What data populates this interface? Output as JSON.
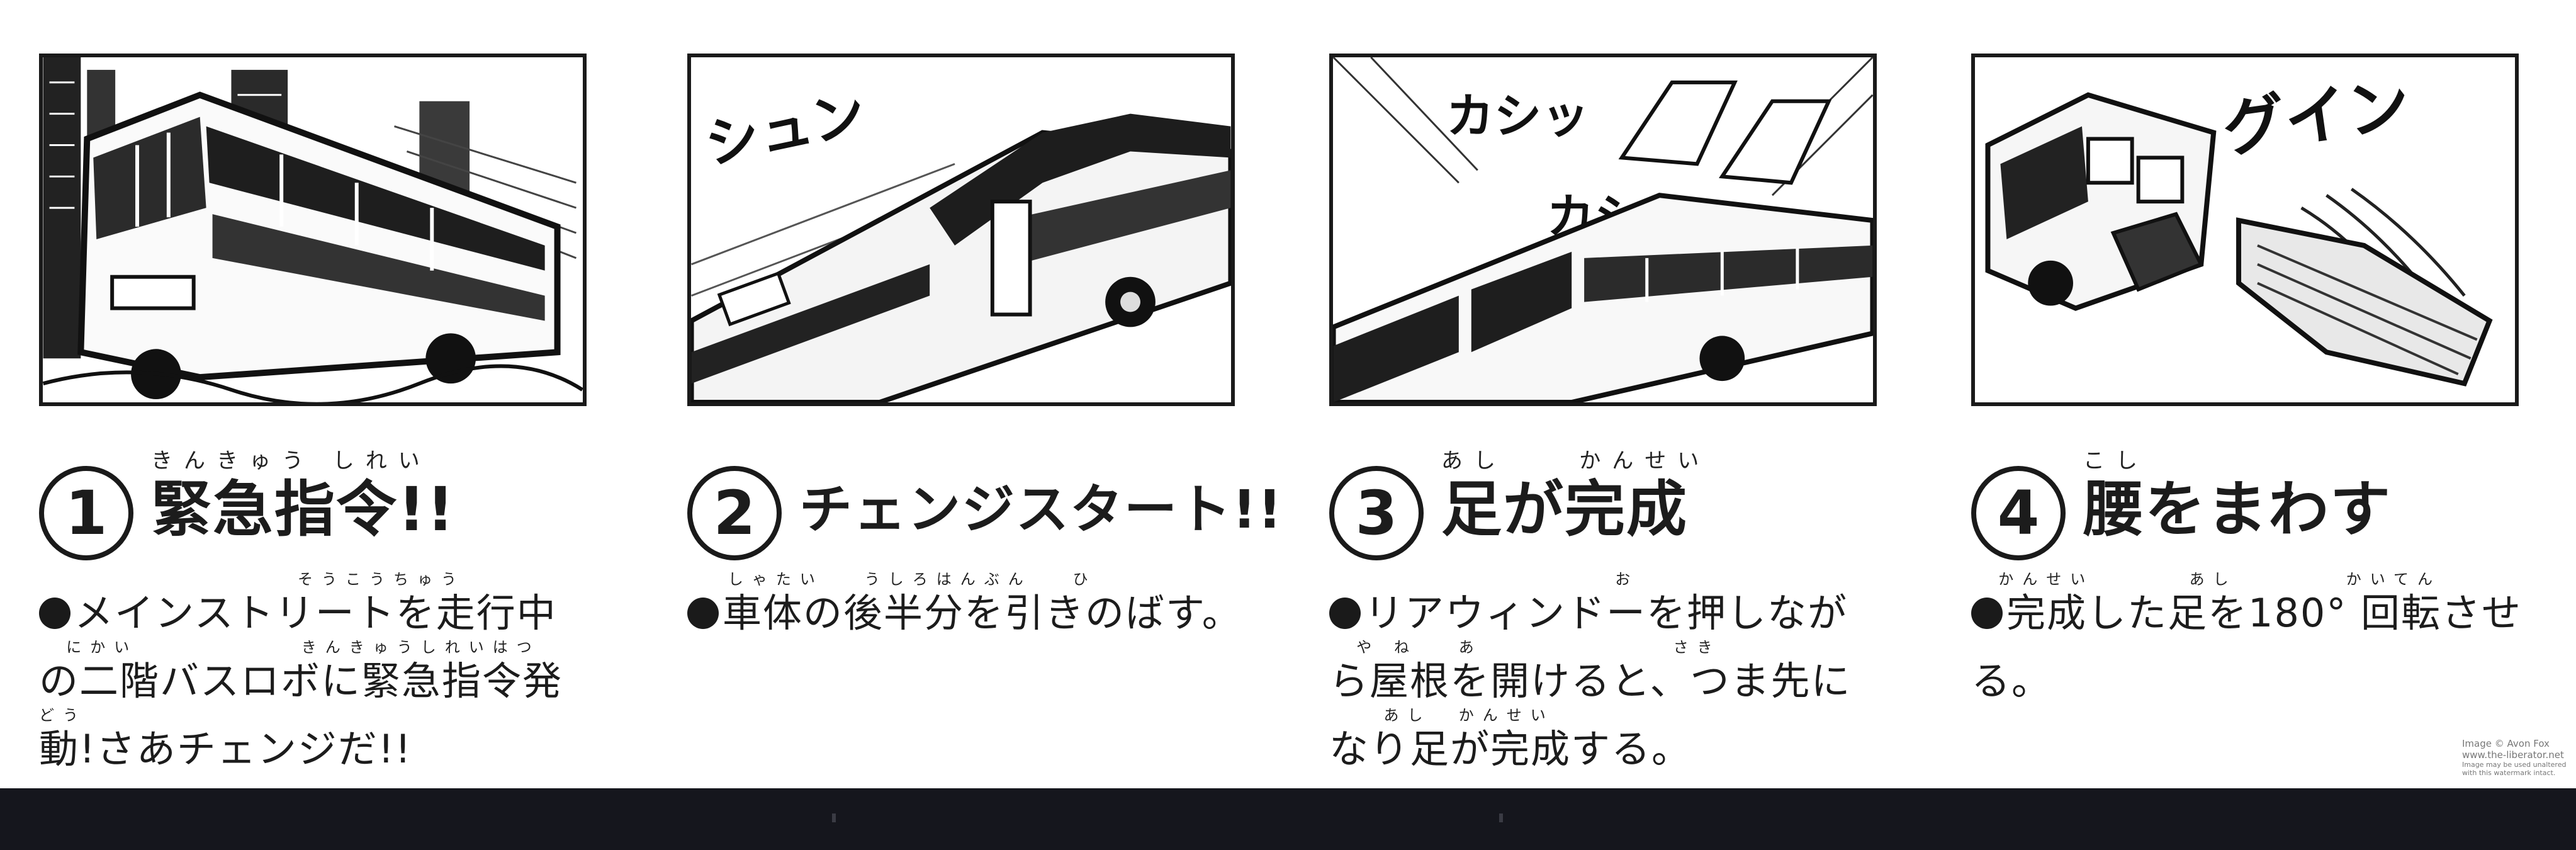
{
  "steps": [
    {
      "number": "1",
      "title_ruby": "きんきゅう しれい",
      "title": "緊急指令!!",
      "lines": [
        {
          "ruby": "                   そうこうちゅう",
          "text": "メインストリートを走行中",
          "bullet": true
        },
        {
          "ruby": "  にかい            きんきゅうしれいはつ",
          "text": "の二階バスロボに緊急指令発",
          "bullet": false
        },
        {
          "ruby": "どう",
          "text": "動!さあチェンジだ!!",
          "bullet": false
        }
      ]
    },
    {
      "number": "2",
      "title_ruby": "",
      "title": "チェンジスタート!!",
      "lines": [
        {
          "ruby": "   しゃたい   うしろはんぶん   ひ",
          "text": "車体の後半分を引きのばす。",
          "bullet": true
        }
      ]
    },
    {
      "number": "3",
      "title_ruby": "あし    かんせい",
      "title": "足が完成",
      "lines": [
        {
          "ruby": "                     お",
          "text": "リアウィンドーを押しなが",
          "bullet": true
        },
        {
          "ruby": "  や ね   あ              さき",
          "text": "ら屋根を開けると、つま先に",
          "bullet": false
        },
        {
          "ruby": "    あし  かんせい",
          "text": "なり足が完成する。",
          "bullet": false
        }
      ]
    },
    {
      "number": "4",
      "title_ruby": "こし",
      "title": "腰をまわす",
      "lines": [
        {
          "ruby": "  かんせい       あし        かいてん",
          "text": "完成した足を180° 回転させ",
          "bullet": true
        },
        {
          "ruby": "",
          "text": "る。",
          "bullet": false
        }
      ]
    }
  ],
  "sfx": {
    "step2": "シュン",
    "step3_a": "カシッ",
    "step3_b": "カシッ",
    "step4": "グイン"
  },
  "watermark": {
    "line1": "Image © Avon Fox",
    "line2": "www.the-liberator.net",
    "line3": "Image may be used unaltered",
    "line4": "with this watermark intact."
  }
}
